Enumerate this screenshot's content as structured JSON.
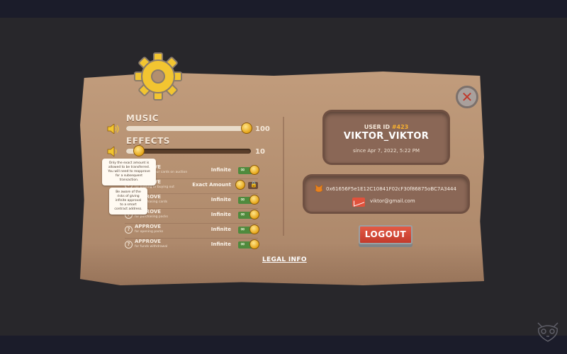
{
  "settings": {
    "music": {
      "label": "MUSIC",
      "level": 100,
      "display": "100"
    },
    "effects": {
      "label": "EFFECTS",
      "level": 10,
      "display": "10"
    },
    "permissions": [
      {
        "title": "APPROVE",
        "desc": "for putting your cards on auction",
        "mode": "Infinite",
        "enabled": true
      },
      {
        "title": "APPROVE",
        "desc": "for bidding or buying out",
        "mode": "Exact Amount",
        "enabled": false
      },
      {
        "title": "APPROVE",
        "desc": "for purchasing cards",
        "mode": "Infinite",
        "enabled": true
      },
      {
        "title": "APPROVE",
        "desc": "for purchasing packs",
        "mode": "Infinite",
        "enabled": true
      },
      {
        "title": "APPROVE",
        "desc": "for opening packs",
        "mode": "Infinite",
        "enabled": true
      },
      {
        "title": "APPROVE",
        "desc": "for funds withdrawal",
        "mode": "Infinite",
        "enabled": true
      }
    ],
    "tooltips": {
      "exact": "Only the exact amount is allowed to be transferred. You will need to reapprove for a subsequent transaction.",
      "infinite": "Be aware of the risks of giving infinite approval to a smart contract address."
    },
    "legal_label": "LEGAL INFO"
  },
  "user": {
    "id_label": "USER ID",
    "id_value": "#423",
    "name": "VIKTOR_VIKTOR",
    "since": "since Apr 7, 2022, 5:22 PM",
    "wallet_address": "0x61656F5e1E12C10841F02cF30f86875oBC7A3444",
    "email": "viktor@gmail.com"
  },
  "buttons": {
    "logout": "LOGOUT"
  },
  "colors": {
    "accent": "#f7b030",
    "danger": "#c33a2b",
    "toggle_on": "#4f8a3d"
  }
}
